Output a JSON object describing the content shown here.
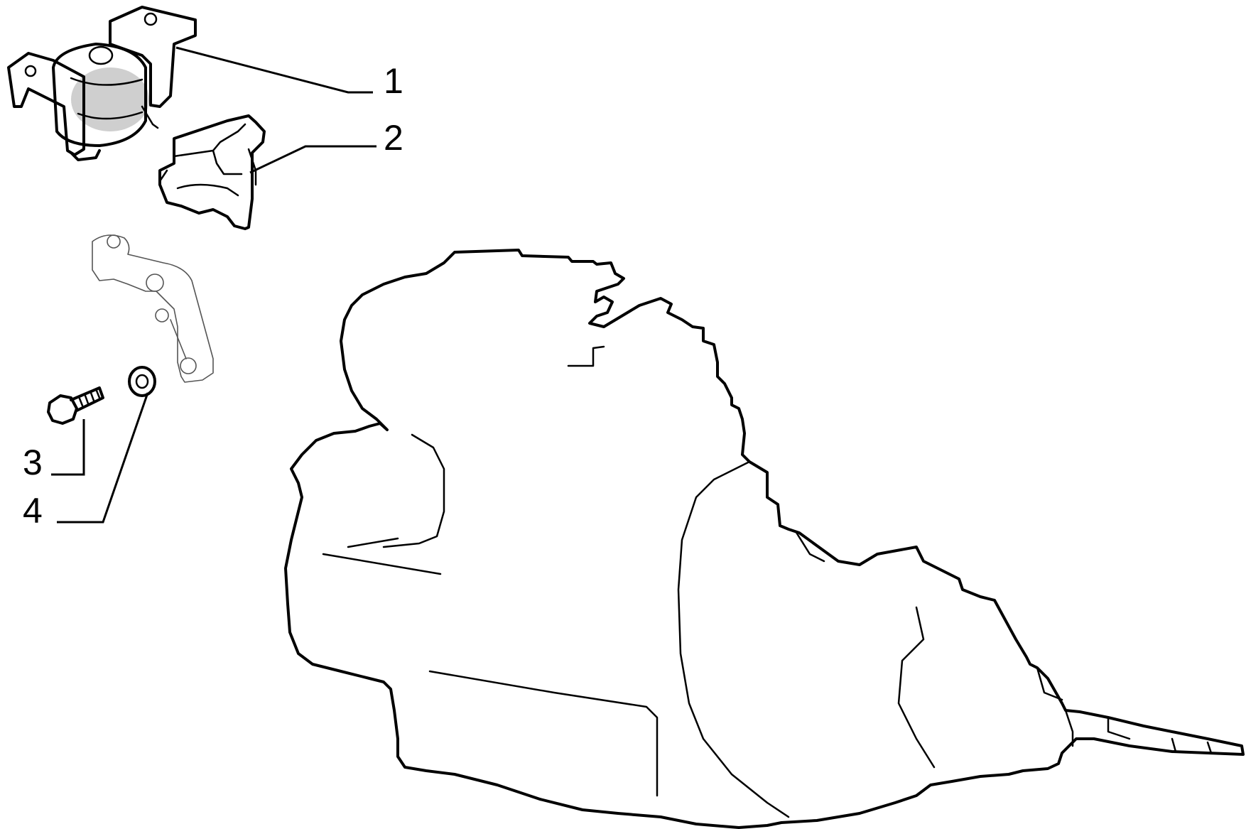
{
  "callouts": [
    {
      "number": "1",
      "part": "engine-mount"
    },
    {
      "number": "2",
      "part": "mount-bracket"
    },
    {
      "number": "3",
      "part": "bolt"
    },
    {
      "number": "4",
      "part": "washer"
    }
  ],
  "colors": {
    "ink": "#000000",
    "background": "#ffffff",
    "ghost_outline": "#555555"
  }
}
